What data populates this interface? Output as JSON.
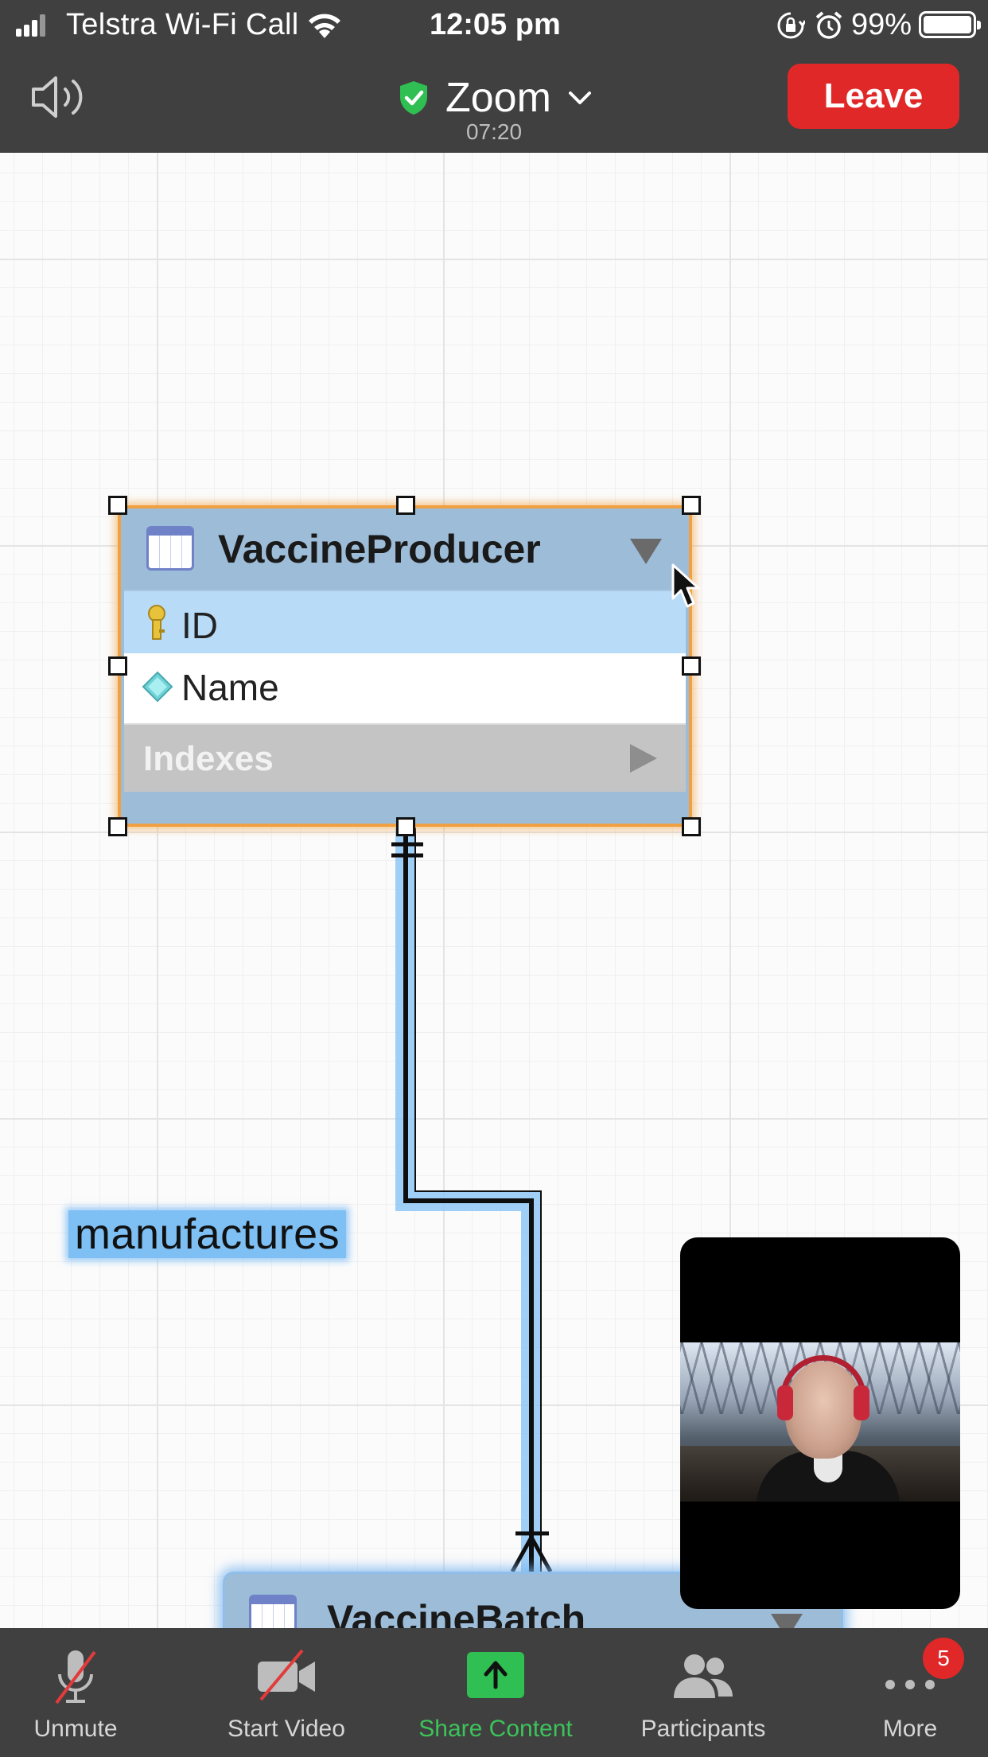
{
  "status_bar": {
    "carrier": "Telstra Wi-Fi Call",
    "time": "12:05 pm",
    "battery_percent": "99%",
    "battery_level": 0.99,
    "icons": [
      "cellular-signal-icon",
      "wifi-icon",
      "rotation-lock-icon",
      "alarm-icon",
      "battery-icon"
    ]
  },
  "meeting_header": {
    "app_name": "Zoom",
    "elapsed": "07:20",
    "leave_label": "Leave",
    "colors": {
      "leave": "#e02828",
      "verified_shield": "#2fbf52",
      "bar_bg": "#404040"
    }
  },
  "diagram": {
    "tables": [
      {
        "name": "VaccineProducer",
        "fields": [
          "ID",
          "Name"
        ],
        "primary_key": "ID",
        "section": "Indexes",
        "selected": true
      },
      {
        "name": "VaccineBatch",
        "fields": [],
        "selected": false
      }
    ],
    "relationship": {
      "label": "manufactures",
      "from": "VaccineProducer",
      "to": "VaccineBatch",
      "from_cardinality": "one-and-only-one",
      "to_cardinality": "one-or-many"
    },
    "colors": {
      "entity_fill": "#9dbcd8",
      "selection_outline": "#f0a040",
      "highlight": "#7ec0f4"
    }
  },
  "self_view": {
    "description_icon": "participant-video"
  },
  "toolbar": {
    "items": [
      {
        "label": "Unmute",
        "icon": "muted-microphone-icon"
      },
      {
        "label": "Start Video",
        "icon": "video-off-icon"
      },
      {
        "label": "Share Content",
        "icon": "share-arrow-icon",
        "color": "#3cc35a"
      },
      {
        "label": "Participants",
        "icon": "participants-icon"
      },
      {
        "label": "More",
        "icon": "more-dots-icon",
        "badge": "5"
      }
    ]
  }
}
